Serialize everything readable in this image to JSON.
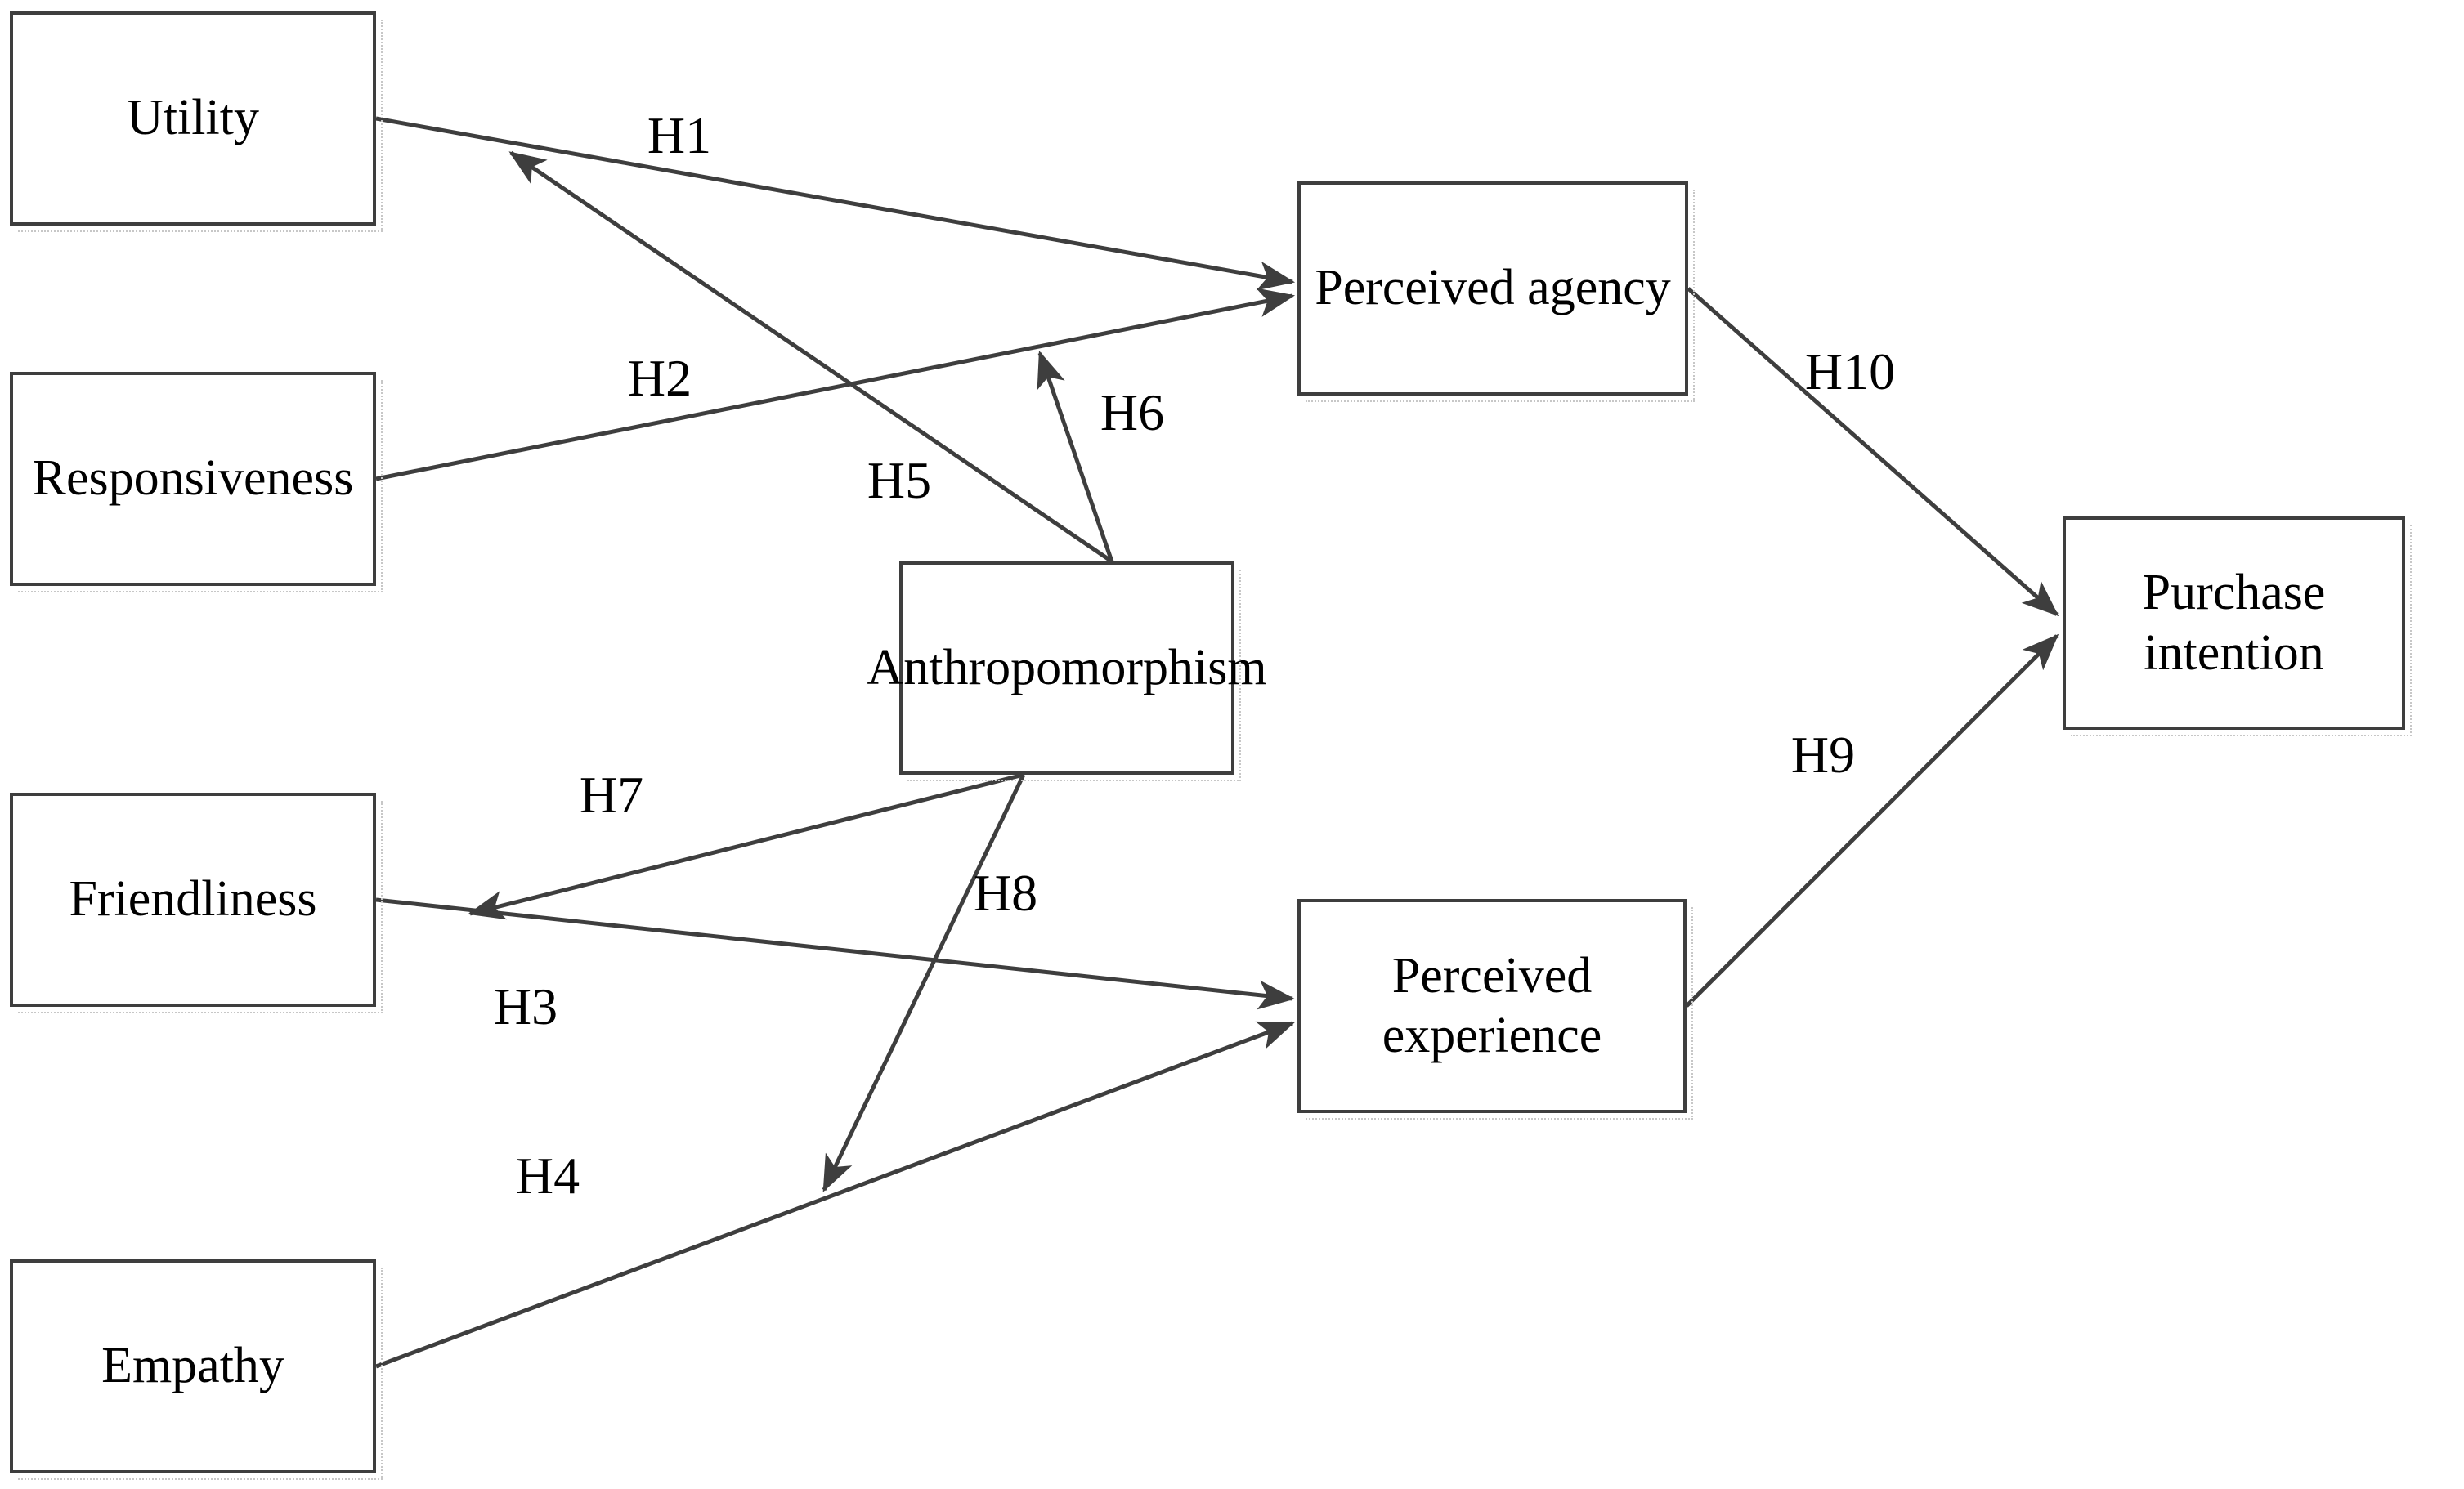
{
  "diagram": {
    "background_color": "#ffffff",
    "line_color": "#3e3e3e",
    "box_border_color": "#3e3e3e",
    "text_color": "#000000",
    "nodes": [
      {
        "id": "utility",
        "label": "Utility"
      },
      {
        "id": "responsiveness",
        "label": "Responsiveness"
      },
      {
        "id": "friendliness",
        "label": "Friendliness"
      },
      {
        "id": "empathy",
        "label": "Empathy"
      },
      {
        "id": "anthropomorphism",
        "label": "Anthropomorphism"
      },
      {
        "id": "perceived-agency",
        "label": "Perceived agency"
      },
      {
        "id": "perceived-experience",
        "label": "Perceived experience"
      },
      {
        "id": "purchase-intention",
        "label": "Purchase intention"
      }
    ],
    "edges": [
      {
        "label": "H1",
        "from": "Utility",
        "to": "Perceived agency"
      },
      {
        "label": "H2",
        "from": "Responsiveness",
        "to": "Perceived agency"
      },
      {
        "label": "H3",
        "from": "Friendliness",
        "to": "Perceived experience"
      },
      {
        "label": "H4",
        "from": "Empathy",
        "to": "Perceived experience"
      },
      {
        "label": "H5",
        "from": "Anthropomorphism",
        "to": "H1 path"
      },
      {
        "label": "H6",
        "from": "Anthropomorphism",
        "to": "H2 path"
      },
      {
        "label": "H7",
        "from": "Anthropomorphism",
        "to": "H3 path"
      },
      {
        "label": "H8",
        "from": "Anthropomorphism",
        "to": "H4 path"
      },
      {
        "label": "H9",
        "from": "Perceived experience",
        "to": "Purchase intention"
      },
      {
        "label": "H10",
        "from": "Perceived agency",
        "to": "Purchase intention"
      }
    ]
  }
}
